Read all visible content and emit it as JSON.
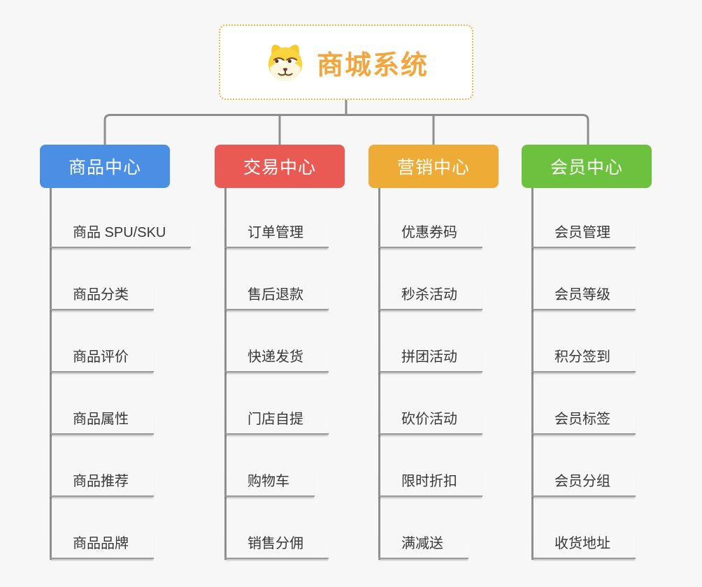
{
  "root": {
    "title": "商城系统",
    "icon": "dog-face-icon",
    "title_color": "#f2a63d",
    "border_color": "#f3b33f"
  },
  "connector_color": "#8d8d8d",
  "branches": [
    {
      "label": "商品中心",
      "color": "#4a8fe4",
      "items": [
        "商品 SPU/SKU",
        "商品分类",
        "商品评价",
        "商品属性",
        "商品推荐",
        "商品品牌"
      ]
    },
    {
      "label": "交易中心",
      "color": "#ea5a54",
      "items": [
        "订单管理",
        "售后退款",
        "快递发货",
        "门店自提",
        "购物车",
        "销售分佣"
      ]
    },
    {
      "label": "营销中心",
      "color": "#eeab35",
      "items": [
        "优惠券码",
        "秒杀活动",
        "拼团活动",
        "砍价活动",
        "限时折扣",
        "满减送"
      ]
    },
    {
      "label": "会员中心",
      "color": "#6cc13e",
      "items": [
        "会员管理",
        "会员等级",
        "积分签到",
        "会员标签",
        "会员分组",
        "收货地址"
      ]
    }
  ]
}
